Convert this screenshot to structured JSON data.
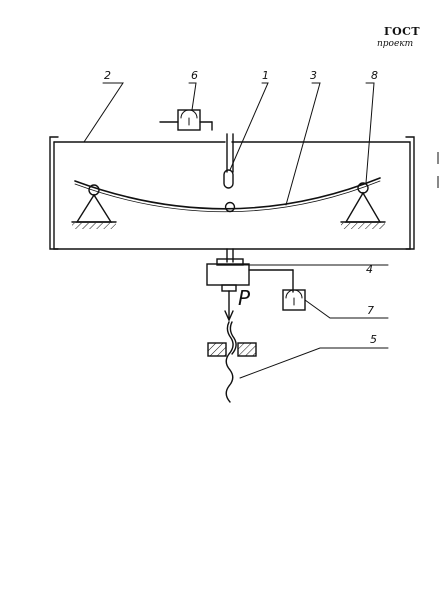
{
  "header": {
    "standard": "ГОСТ",
    "status": "проект"
  },
  "labels": {
    "l1": "1",
    "l2": "2",
    "l3": "3",
    "l4": "4",
    "l5": "5",
    "l6": "6",
    "l7": "7",
    "l8": "8",
    "force": "P"
  },
  "colors": {
    "ink": "#111111",
    "paper": "#ffffff"
  }
}
